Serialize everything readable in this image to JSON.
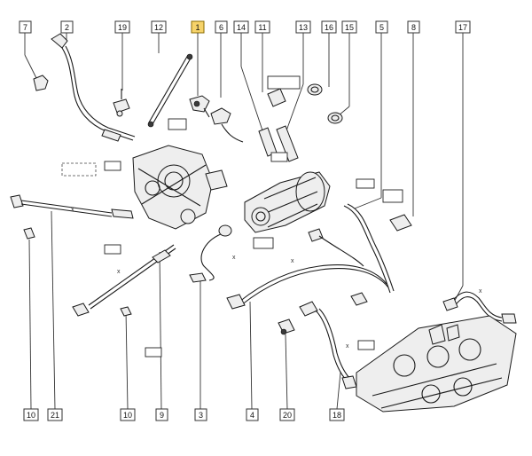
{
  "callouts": {
    "top": [
      {
        "id": "7"
      },
      {
        "id": "2"
      },
      {
        "id": "19"
      },
      {
        "id": "12"
      },
      {
        "id": "1",
        "highlighted": true
      },
      {
        "id": "6"
      },
      {
        "id": "14"
      },
      {
        "id": "11"
      },
      {
        "id": "13"
      },
      {
        "id": "16"
      },
      {
        "id": "15"
      },
      {
        "id": "5"
      },
      {
        "id": "8"
      },
      {
        "id": "17"
      }
    ],
    "bottom": [
      {
        "id": "10"
      },
      {
        "id": "21"
      },
      {
        "id": "10"
      },
      {
        "id": "9"
      },
      {
        "id": "3"
      },
      {
        "id": "4"
      },
      {
        "id": "20"
      },
      {
        "id": "18"
      }
    ]
  },
  "markers": {
    "x": "x"
  },
  "colors": {
    "highlight": "#f6d36a",
    "line": "#1a1a1a",
    "background": "#ffffff"
  }
}
